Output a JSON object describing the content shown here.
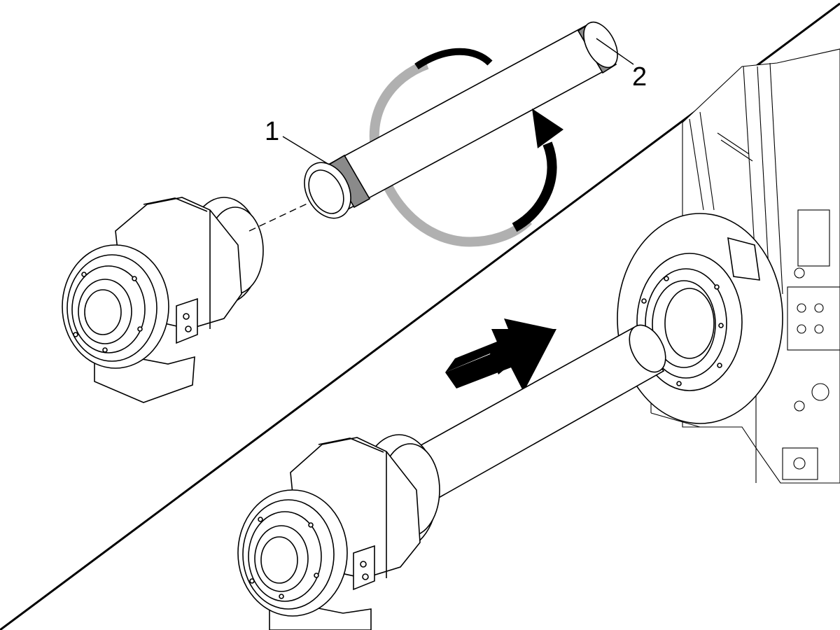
{
  "figure": {
    "callouts": [
      {
        "id": "1",
        "label": "1"
      },
      {
        "id": "2",
        "label": "2"
      }
    ],
    "colors": {
      "line": "#000000",
      "ring_fill": "#8a8a8a",
      "rotation_arrow_back": "#b0b0b0",
      "rotation_arrow_front": "#000000",
      "insert_arrow": "#000000",
      "background": "#ffffff"
    },
    "icons": {
      "rotate": "rotate-arrow-icon",
      "insert": "insert-arrow-icon"
    }
  }
}
